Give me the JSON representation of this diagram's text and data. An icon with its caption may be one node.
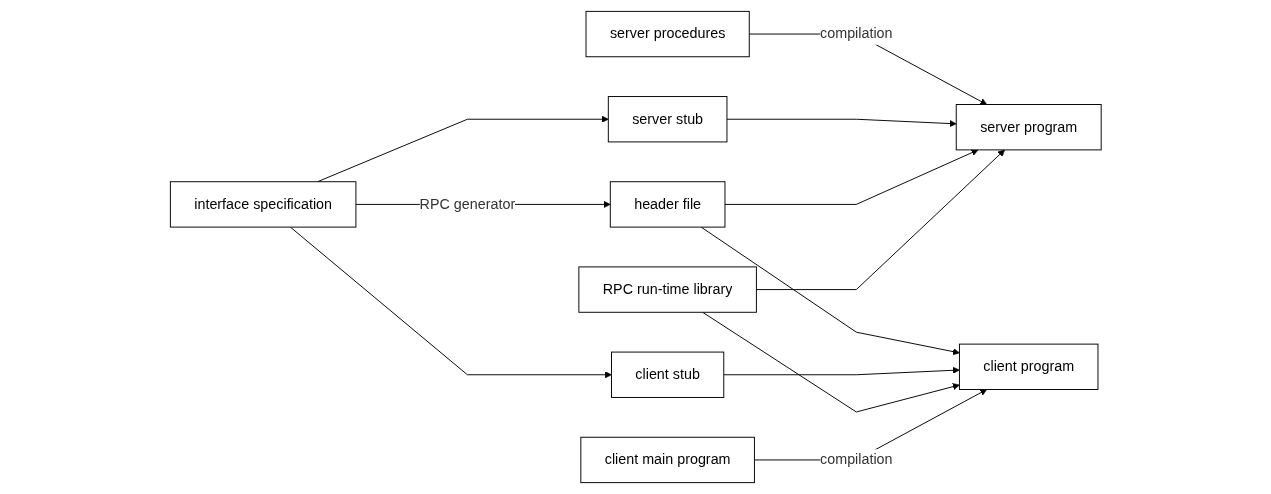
{
  "diagram": {
    "nodes": [
      {
        "text": [
          "server procedures"
        ]
      },
      {
        "text": [
          "interface specification"
        ]
      },
      {
        "text": [
          "client main program"
        ]
      },
      {
        "text": [
          "server stub"
        ]
      },
      {
        "text": [
          "header file"
        ]
      },
      {
        "text": [
          "client stub"
        ]
      },
      {
        "text": [
          "RPC run-time library"
        ]
      },
      {
        "text": [
          "server program"
        ]
      },
      {
        "text": [
          "client program"
        ]
      }
    ],
    "edges": [
      {
        "from": 0,
        "to": 7,
        "arrow": "to",
        "label": "compilation"
      },
      {
        "from": 1,
        "to": 3,
        "arrow": "to"
      },
      {
        "from": 1,
        "to": 4,
        "arrow": "to",
        "label": "RPC generator"
      },
      {
        "from": 1,
        "to": 5,
        "arrow": "to"
      },
      {
        "from": 3,
        "to": 7,
        "arrow": "to"
      },
      {
        "from": 4,
        "to": 7,
        "arrow": "to"
      },
      {
        "from": 6,
        "to": 7,
        "arrow": "to"
      },
      {
        "from": 4,
        "to": 8,
        "arrow": "to"
      },
      {
        "from": 5,
        "to": 8,
        "arrow": "to"
      },
      {
        "from": 6,
        "to": 8,
        "arrow": "to"
      },
      {
        "from": 2,
        "to": 8,
        "arrow": "to",
        "label": "compilation"
      }
    ]
  }
}
